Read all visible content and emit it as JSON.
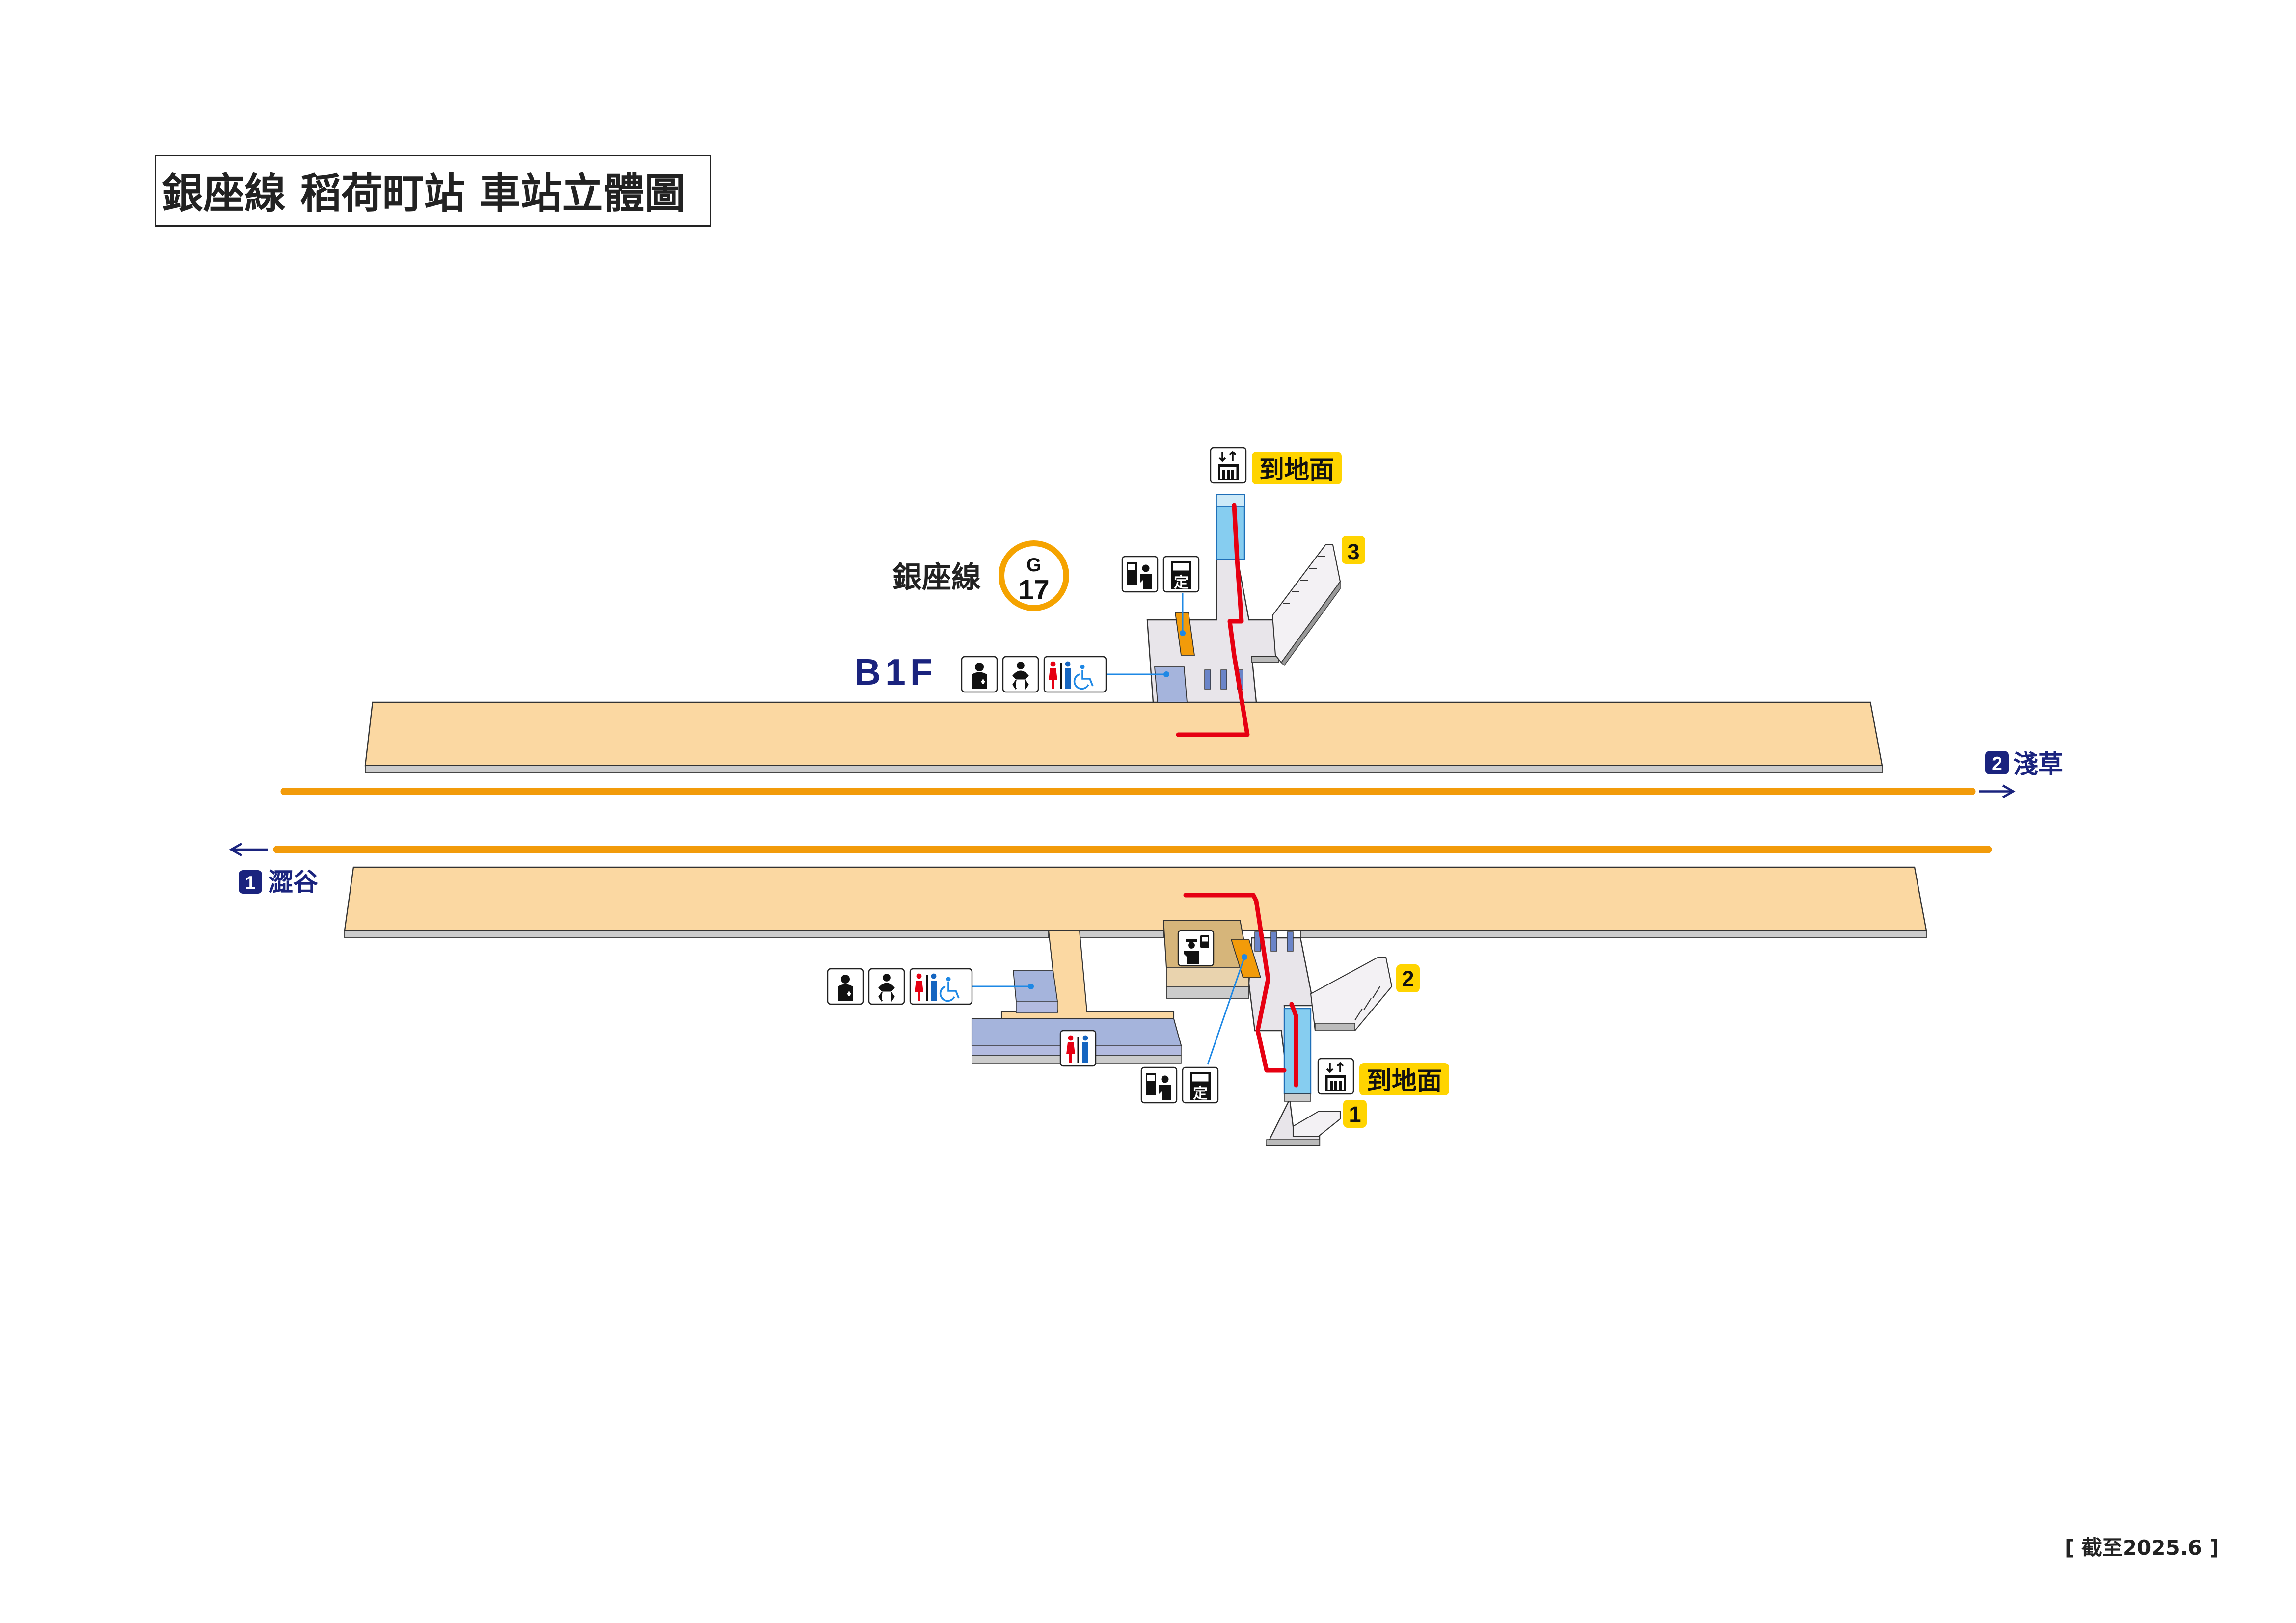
{
  "title": "銀座線 稻荷町站 車站立體圖",
  "line": {
    "name": "銀座線",
    "code_letter": "G",
    "code_number": "17",
    "color": "#f5a300"
  },
  "floor_label": "B1F",
  "directions": {
    "east": {
      "number": "2",
      "label": "淺草"
    },
    "west": {
      "number": "1",
      "label": "澀谷"
    }
  },
  "exits": {
    "upper_elevator_label": "到地面",
    "lower_elevator_label": "到地面",
    "exit_3": "3",
    "exit_2": "2",
    "exit_1": "1"
  },
  "ticket": {
    "fixed_label": "定"
  },
  "icons": [
    "elevator-icon",
    "ticket-machine-icon",
    "commuter-pass-icon",
    "nursing-room-icon",
    "baby-changing-icon",
    "toilet-icon",
    "wheelchair-icon",
    "station-office-icon"
  ],
  "colors": {
    "platform": "#fbd8a2",
    "track": "#f29b0a",
    "route": "#e60012",
    "floor_text": "#1a237e",
    "label_bg": "#ffd400"
  },
  "footer": "[ 截至2025.6 ]"
}
